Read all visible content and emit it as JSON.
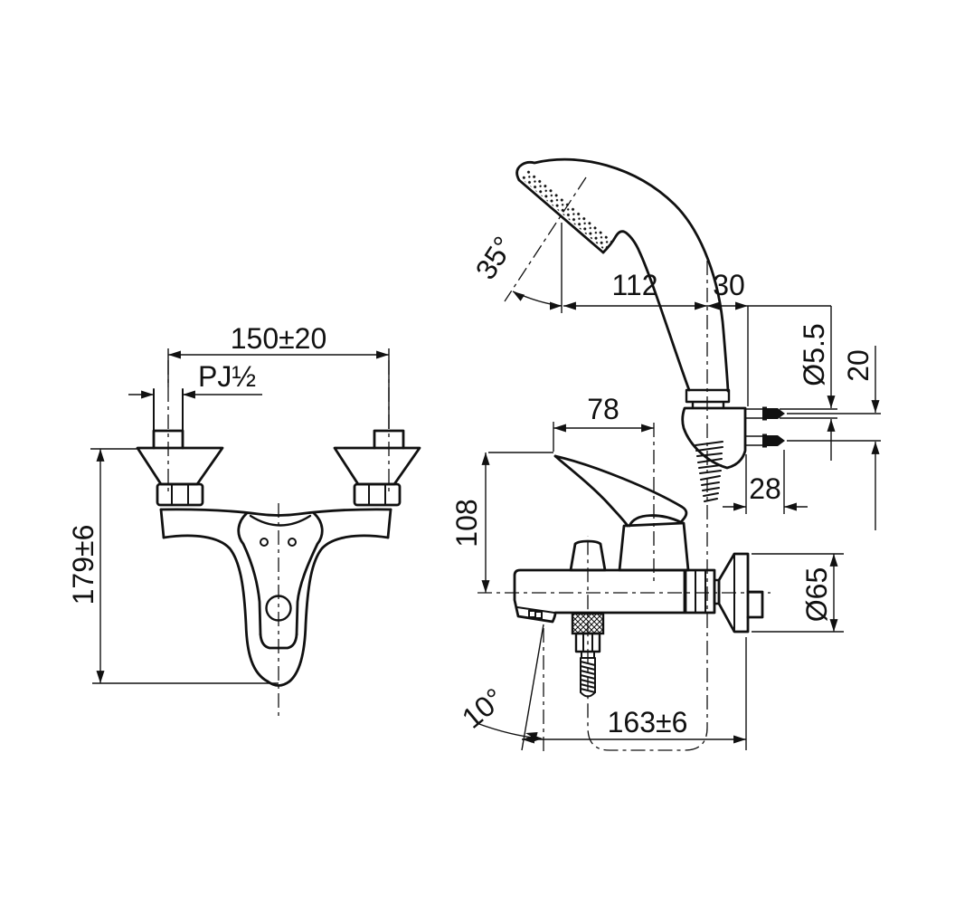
{
  "drawing": {
    "ink": "#111111",
    "background": "#ffffff",
    "front_view": {
      "dims": {
        "inlet_spacing": "150±20",
        "inlet_thread": "PJ½",
        "overall_height": "179±6"
      }
    },
    "side_view": {
      "dims": {
        "spray_angle": "35°",
        "head_to_wall": "112",
        "holder_to_wall": "30",
        "screw_dia": "Ø5.5",
        "screw_spacing": "20",
        "screw_depth": "28",
        "lever_reach": "78",
        "lever_rise": "108",
        "flange_dia": "Ø65",
        "spout_angle": "10°",
        "spout_reach": "163±6"
      }
    }
  }
}
